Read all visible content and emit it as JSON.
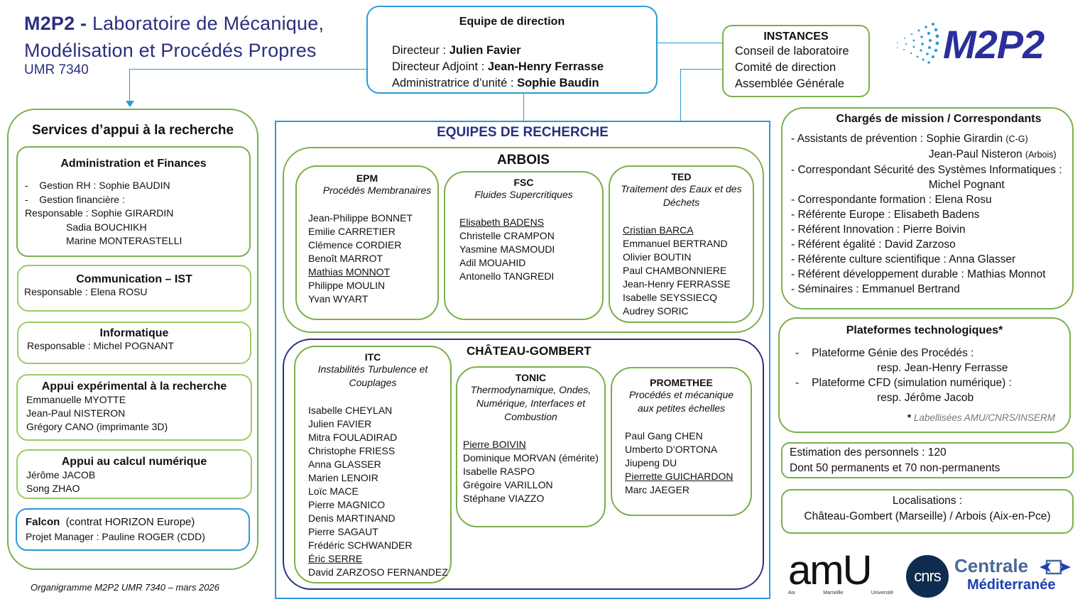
{
  "header": {
    "title_bold": "M2P2 -",
    "title_rest_line1": "Laboratoire de Mécanique,",
    "title_line2": "Modélisation et Procédés Propres",
    "subtitle": "UMR 7340"
  },
  "direction": {
    "title": "Equipe de direction",
    "rows": [
      {
        "role": "Directeur : ",
        "name": "Julien Favier"
      },
      {
        "role": "Directeur Adjoint : ",
        "name": "Jean-Henry Ferrasse"
      },
      {
        "role": "Administratrice d’unité : ",
        "name": "Sophie Baudin"
      }
    ]
  },
  "instances": {
    "title": "INSTANCES",
    "items": [
      "Conseil de laboratoire",
      "Comité de direction",
      "Assemblée Générale"
    ]
  },
  "logo": {
    "text": "M2P2",
    "color": "#2b2f9a"
  },
  "services": {
    "title": "Services d’appui à la recherche",
    "admin": {
      "title": "Administration et Finances",
      "lines": [
        "-    Gestion RH : Sophie BAUDIN",
        "-    Gestion financière :",
        "Responsable : Sophie GIRARDIN"
      ],
      "extra": [
        "Sadia BOUCHIKH",
        "Marine MONTERASTELLI"
      ]
    },
    "comm": {
      "title": "Communication – IST",
      "lines": [
        "Responsable : Elena ROSU"
      ]
    },
    "info": {
      "title": "Informatique",
      "lines": [
        "Responsable : Michel POGNANT"
      ]
    },
    "exp": {
      "title": "Appui expérimental à la recherche",
      "lines": [
        "Emmanuelle MYOTTE",
        "Jean-Paul NISTERON",
        "Grégory CANO (imprimante 3D)"
      ]
    },
    "calc": {
      "title": "Appui au calcul numérique",
      "lines": [
        "Jérôme JACOB",
        "Song ZHAO"
      ]
    },
    "falcon": {
      "title_bold": "Falcon",
      "title_rest": "  (contrat HORIZON Europe)",
      "lines": [
        "Projet Manager : Pauline ROGER (CDD)"
      ]
    }
  },
  "equipes": {
    "title": "EQUIPES DE RECHERCHE",
    "arbois": {
      "title": "ARBOIS",
      "teams": [
        {
          "code": "EPM",
          "full": "Procédés Membranaires",
          "members": [
            {
              "n": "Jean-Philippe BONNET"
            },
            {
              "n": "Emilie CARRETIER"
            },
            {
              "n": "Clémence CORDIER"
            },
            {
              "n": "Benoît MARROT"
            },
            {
              "n": "Mathias MONNOT",
              "lead": true
            },
            {
              "n": "Philippe MOULIN"
            },
            {
              "n": "Yvan WYART"
            }
          ]
        },
        {
          "code": "FSC",
          "full": "Fluides Supercritiques",
          "members": [
            {
              "n": "Elisabeth BADENS",
              "lead": true
            },
            {
              "n": "Christelle CRAMPON"
            },
            {
              "n": "Yasmine MASMOUDI"
            },
            {
              "n": "Adil MOUAHID"
            },
            {
              "n": "Antonello TANGREDI"
            }
          ]
        },
        {
          "code": "TED",
          "full": "Traitement des Eaux et des Déchets",
          "members": [
            {
              "n": "Cristian BARCA",
              "lead": true
            },
            {
              "n": "Emmanuel BERTRAND"
            },
            {
              "n": "Olivier BOUTIN"
            },
            {
              "n": "Paul CHAMBONNIERE"
            },
            {
              "n": "Jean-Henry FERRASSE"
            },
            {
              "n": "Isabelle SEYSSIECQ"
            },
            {
              "n": "Audrey SORIC"
            }
          ]
        }
      ]
    },
    "chateau_gombert": {
      "title": "CHÂTEAU-GOMBERT",
      "teams": [
        {
          "code": "ITC",
          "full": "Instabilités Turbulence et Couplages",
          "members": [
            {
              "n": "Isabelle CHEYLAN"
            },
            {
              "n": "Julien FAVIER"
            },
            {
              "n": "Mitra FOULADIRAD"
            },
            {
              "n": "Christophe FRIESS"
            },
            {
              "n": "Anna GLASSER"
            },
            {
              "n": "Marien LENOIR"
            },
            {
              "n": "Loïc MACE"
            },
            {
              "n": "Pierre MAGNICO"
            },
            {
              "n": "Denis MARTINAND"
            },
            {
              "n": "Pierre SAGAUT"
            },
            {
              "n": "Frédéric SCHWANDER"
            },
            {
              "n": "Éric SERRE",
              "lead": true
            },
            {
              "n": "David ZARZOSO FERNANDEZ"
            }
          ]
        },
        {
          "code": "TONIC",
          "full": "Thermodynamique, Ondes, Numérique, Interfaces et Combustion",
          "members": [
            {
              "n": "Pierre BOIVIN",
              "lead": true
            },
            {
              "n": "Dominique MORVAN (émérite)"
            },
            {
              "n": "Isabelle RASPO"
            },
            {
              "n": "Grégoire VARILLON"
            },
            {
              "n": "Stéphane VIAZZO"
            }
          ]
        },
        {
          "code": "PROMETHEE",
          "full": "Procédés et mécanique aux petites échelles",
          "members": [
            {
              "n": "Paul Gang CHEN"
            },
            {
              "n": "Umberto D’ORTONA"
            },
            {
              "n": "Jiupeng DU"
            },
            {
              "n": "Pierrette GUICHARDON",
              "lead": true
            },
            {
              "n": "Marc JAEGER"
            }
          ]
        }
      ]
    }
  },
  "charges": {
    "title": "Chargés de mission / Correspondants",
    "lines": [
      {
        "t": "- Assistants de prévention : Sophie Girardin ",
        "s": "(C-G)"
      },
      {
        "t": "                                             Jean-Paul Nisteron ",
        "s": "(Arbois)"
      },
      {
        "t": "- Correspondant Sécurité des Systèmes Informatiques :"
      },
      {
        "t": "                                             Michel Pognant"
      },
      {
        "t": "- Correspondante formation : Elena Rosu"
      },
      {
        "t": "- Référente Europe : Elisabeth Badens"
      },
      {
        "t": "- Référent Innovation : Pierre Boivin"
      },
      {
        "t": "- Référent égalité : David Zarzoso"
      },
      {
        "t": "- Référente culture scientifique : Anna Glasser"
      },
      {
        "t": "- Référent développement durable  : Mathias Monnot"
      },
      {
        "t": "- Séminaires : Emmanuel Bertrand"
      }
    ]
  },
  "plateformes": {
    "title": "Plateformes technologiques*",
    "items": [
      {
        "name": "Plateforme Génie des Procédés :",
        "resp": "resp. Jean-Henry Ferrasse"
      },
      {
        "name": "Plateforme CFD (simulation numérique) :",
        "resp": "resp. Jérôme Jacob"
      }
    ],
    "note_star": "*",
    "note": "Labellisées AMU/CNRS/INSERM"
  },
  "personnels": {
    "line1": "Estimation des personnels : 120",
    "line2": "Dont 50 permanents et 70 non-permanents",
    "total": 120,
    "permanents": 50,
    "non_permanents": 70
  },
  "localisations": {
    "title": "Localisations :",
    "value": "Château-Gombert (Marseille) / Arbois (Aix-en-Pce)"
  },
  "footer": "Organigramme M2P2 UMR 7340 – mars 2026",
  "partners": {
    "amu": {
      "big": "amU",
      "sub": [
        "Aix",
        "Marseille",
        "Université"
      ]
    },
    "cnrs": "cnrs",
    "centrale": {
      "line1": "Centrale",
      "line2": "Méditerranée"
    }
  },
  "colors": {
    "navy": "#2b2f7f",
    "blue": "#2a9ad6",
    "green": "#7bb04a",
    "light_green": "#9ccc65"
  }
}
